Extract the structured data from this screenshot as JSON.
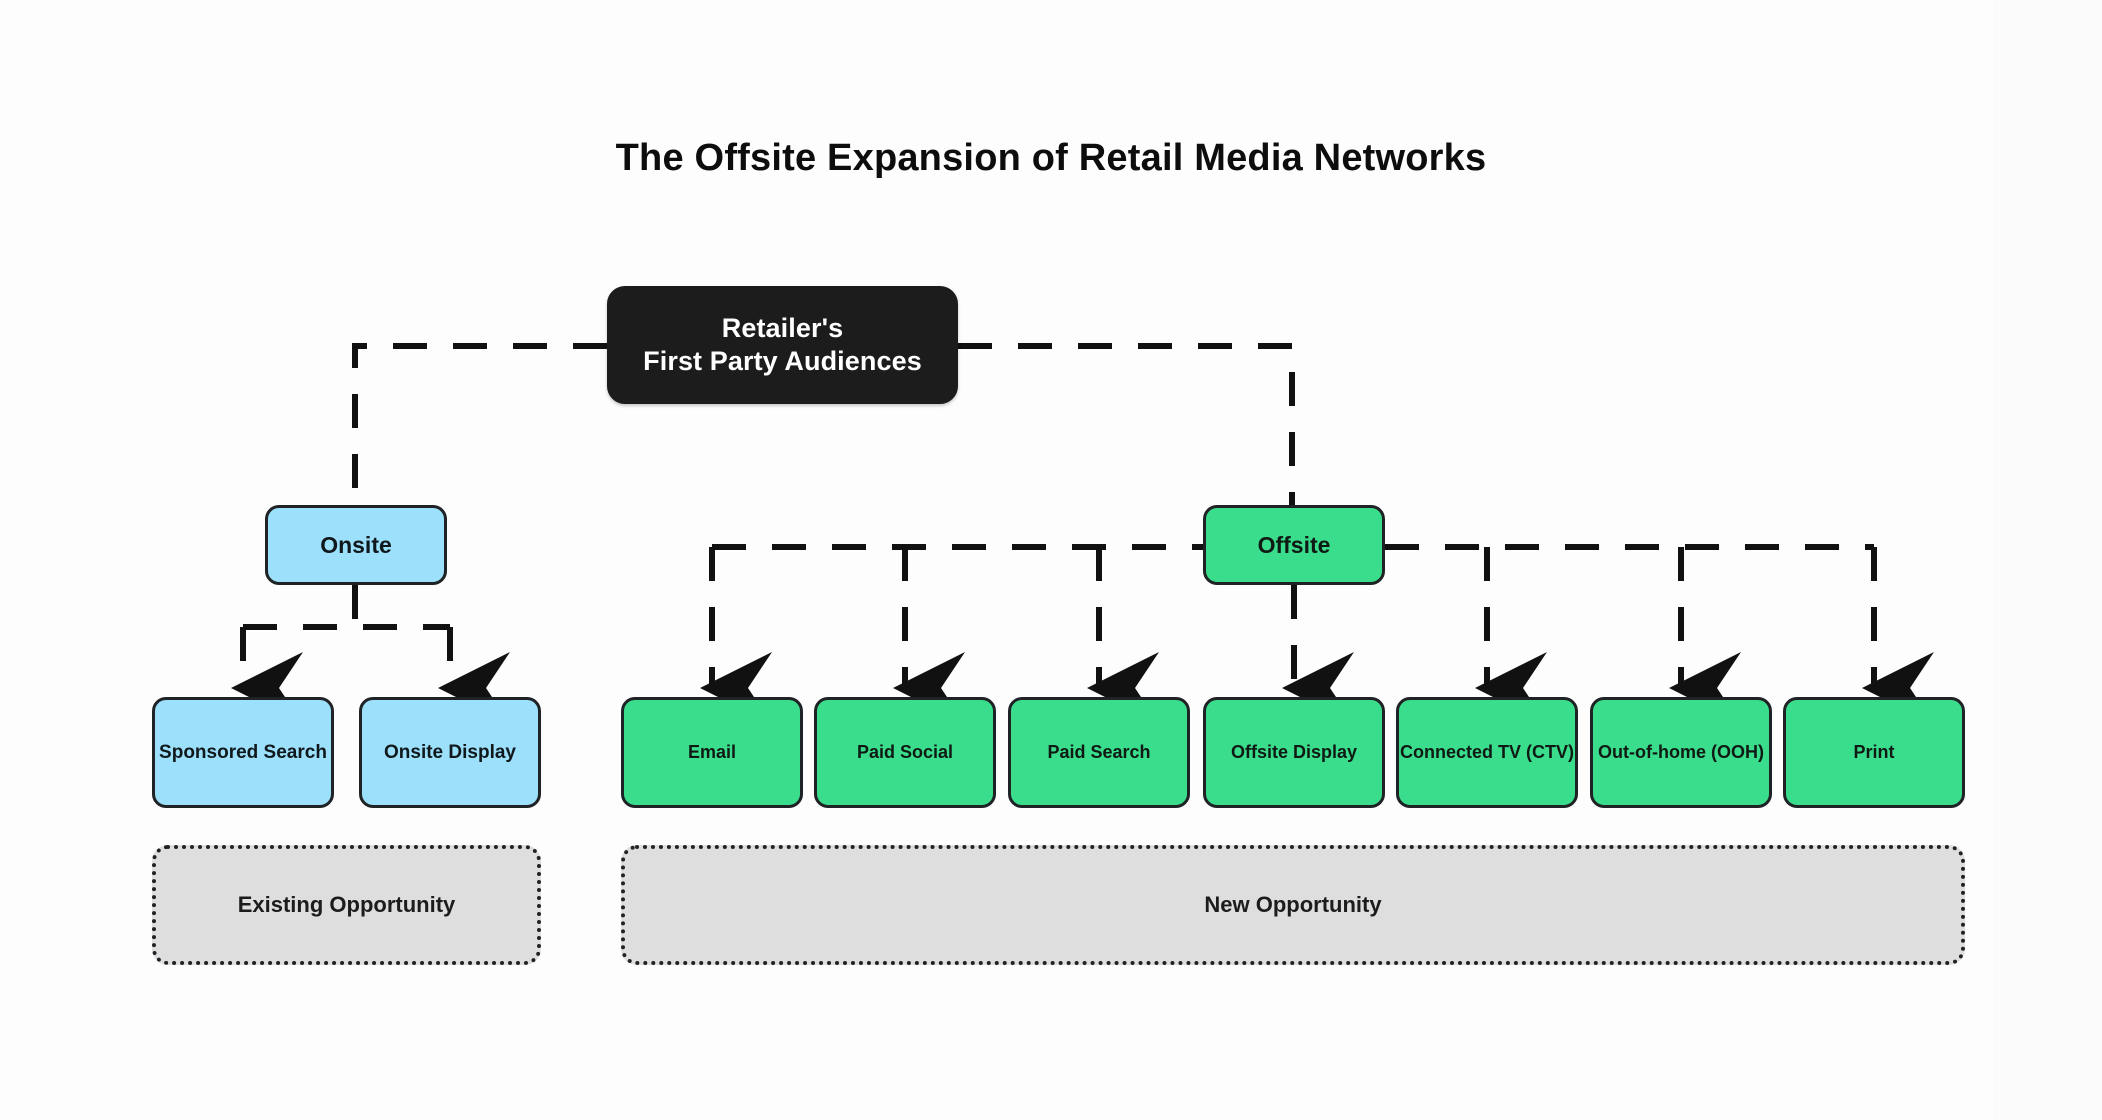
{
  "title": "The Offsite Expansion of Retail Media Networks",
  "colors": {
    "background": "#fdfdfd",
    "root_fill": "#1c1c1c",
    "root_text": "#ffffff",
    "onsite_fill": "#9ce0fb",
    "offsite_fill": "#3add8b",
    "group_fill": "#dedede",
    "stroke": "#1f2326"
  },
  "root": {
    "line1": "Retailer's",
    "line2": "First Party Audiences"
  },
  "branches": [
    {
      "id": "onsite",
      "label": "Onsite",
      "color": "#9ce0fb"
    },
    {
      "id": "offsite",
      "label": "Offsite",
      "color": "#3add8b"
    }
  ],
  "onsite_children": [
    {
      "label": "Sponsored Search"
    },
    {
      "label": "Onsite Display"
    }
  ],
  "offsite_children": [
    {
      "label": "Email"
    },
    {
      "label": "Paid Social"
    },
    {
      "label": "Paid Search"
    },
    {
      "label": "Offsite Display"
    },
    {
      "label": "Connected TV (CTV)"
    },
    {
      "label": "Out-of-home (OOH)"
    },
    {
      "label": "Print"
    }
  ],
  "groups": [
    {
      "id": "existing",
      "label": "Existing Opportunity"
    },
    {
      "id": "new",
      "label": "New Opportunity"
    }
  ]
}
